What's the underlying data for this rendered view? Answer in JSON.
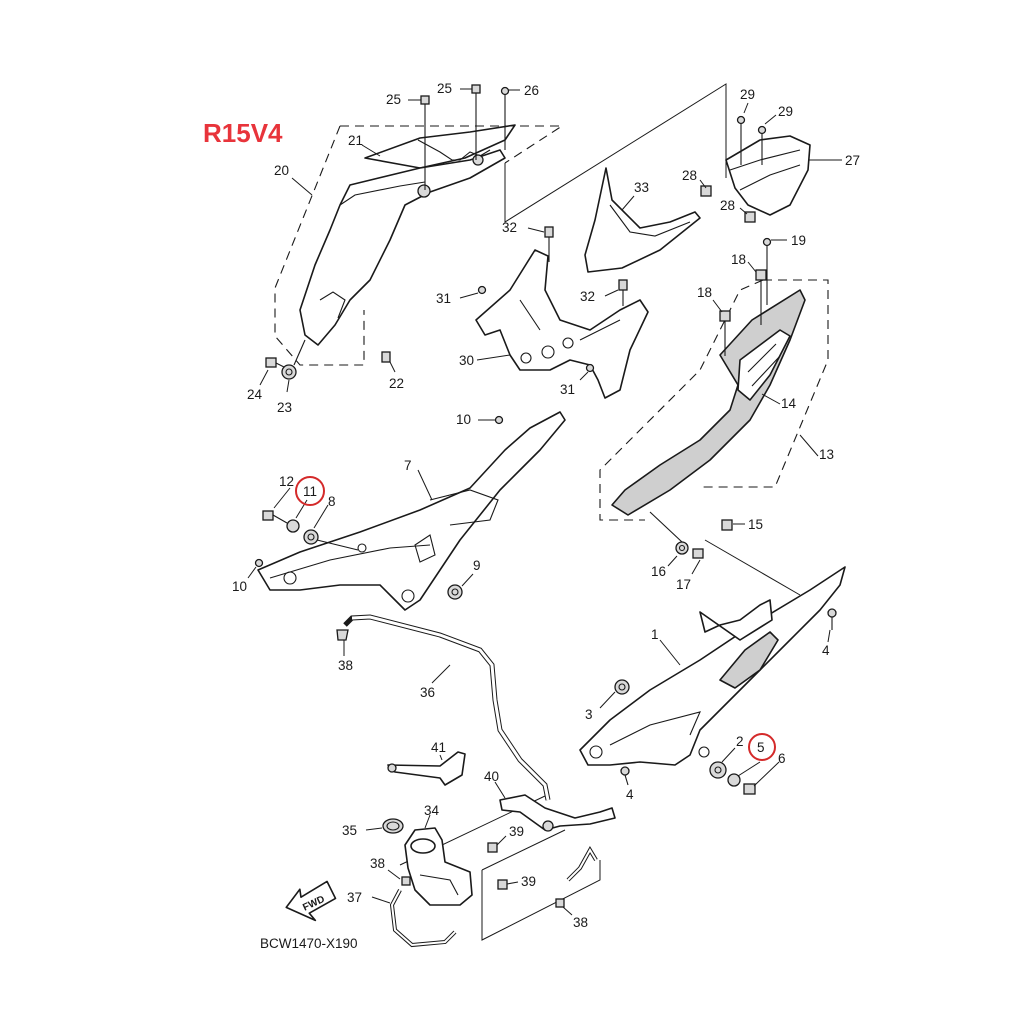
{
  "diagram": {
    "model_label": "R15V4",
    "diagram_code": "BCW1470-X190",
    "direction_label": "FWD",
    "highlight_color": "#d42a2a",
    "model_label_color": "#e8343b",
    "highlighted_callouts": [
      "11",
      "5"
    ],
    "callouts": {
      "c1": "1",
      "c2": "2",
      "c3": "3",
      "c4a": "4",
      "c4b": "4",
      "c5": "5",
      "c6": "6",
      "c7": "7",
      "c8": "8",
      "c9": "9",
      "c10a": "10",
      "c10b": "10",
      "c11": "11",
      "c12": "12",
      "c13": "13",
      "c14": "14",
      "c15": "15",
      "c16": "16",
      "c17": "17",
      "c18a": "18",
      "c18b": "18",
      "c19": "19",
      "c20": "20",
      "c21": "21",
      "c22": "22",
      "c23": "23",
      "c24": "24",
      "c25a": "25",
      "c25b": "25",
      "c26": "26",
      "c27": "27",
      "c28a": "28",
      "c28b": "28",
      "c29a": "29",
      "c29b": "29",
      "c30": "30",
      "c31a": "31",
      "c31b": "31",
      "c32a": "32",
      "c32b": "32",
      "c33": "33",
      "c34": "34",
      "c35": "35",
      "c36": "36",
      "c37": "37",
      "c38a": "38",
      "c38b": "38",
      "c38c": "38",
      "c39a": "39",
      "c39b": "39",
      "c40": "40",
      "c41": "41"
    }
  }
}
